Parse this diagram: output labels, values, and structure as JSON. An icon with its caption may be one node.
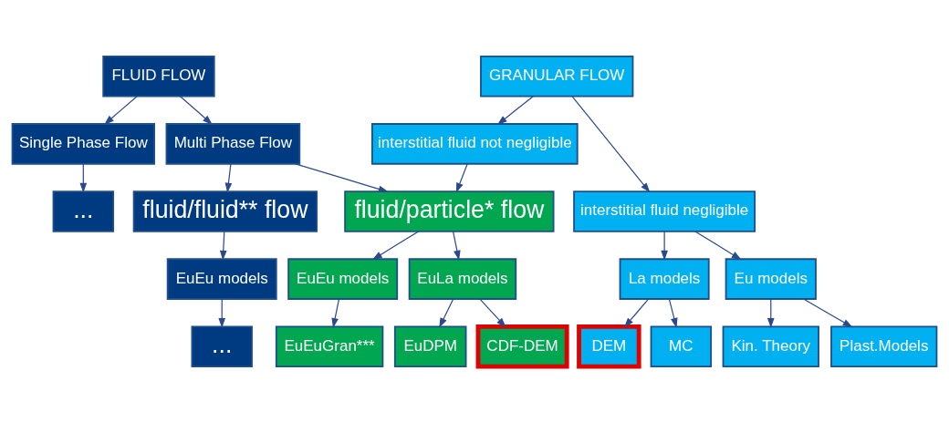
{
  "diagram": {
    "nodes": [
      {
        "text": [
          "FLUID FLOW"
        ]
      },
      {
        "text": [
          "GRANULAR FLOW"
        ]
      },
      {
        "text": [
          "Single Phase Flow"
        ]
      },
      {
        "text": [
          "Multi Phase Flow"
        ]
      },
      {
        "text": [
          "interstitial fluid not negligible"
        ]
      },
      {
        "text": [
          "..."
        ]
      },
      {
        "text": [
          "fluid/fluid** flow"
        ]
      },
      {
        "text": [
          "fluid/particle* flow"
        ]
      },
      {
        "text": [
          "interstitial fluid negligible"
        ]
      },
      {
        "text": [
          "EuEu models"
        ]
      },
      {
        "text": [
          "EuEu models"
        ]
      },
      {
        "text": [
          "EuLa models"
        ]
      },
      {
        "text": [
          "La models"
        ]
      },
      {
        "text": [
          "Eu models"
        ]
      },
      {
        "text": [
          "..."
        ]
      },
      {
        "text": [
          "EuEuGran***"
        ]
      },
      {
        "text": [
          "EuDPM"
        ]
      },
      {
        "text": [
          "CDF-DEM"
        ]
      },
      {
        "text": [
          "DEM"
        ]
      },
      {
        "text": [
          "MC"
        ]
      },
      {
        "text": [
          "Kin. Theory"
        ]
      },
      {
        "text": [
          "Plast.Models"
        ]
      }
    ],
    "edges": [
      {
        "from": 0,
        "to": 2,
        "arrow": "to"
      },
      {
        "from": 0,
        "to": 3,
        "arrow": "to"
      },
      {
        "from": 1,
        "to": 4,
        "arrow": "to"
      },
      {
        "from": 1,
        "to": 8,
        "arrow": "to"
      },
      {
        "from": 2,
        "to": 5,
        "arrow": "to"
      },
      {
        "from": 3,
        "to": 6,
        "arrow": "to"
      },
      {
        "from": 3,
        "to": 7,
        "arrow": "to"
      },
      {
        "from": 4,
        "to": 7,
        "arrow": "to"
      },
      {
        "from": 6,
        "to": 9,
        "arrow": "to"
      },
      {
        "from": 7,
        "to": 10,
        "arrow": "to"
      },
      {
        "from": 7,
        "to": 11,
        "arrow": "to"
      },
      {
        "from": 9,
        "to": 14,
        "arrow": "to"
      },
      {
        "from": 10,
        "to": 15,
        "arrow": "to"
      },
      {
        "from": 11,
        "to": 16,
        "arrow": "to"
      },
      {
        "from": 11,
        "to": 17,
        "arrow": "to"
      },
      {
        "from": 8,
        "to": 12,
        "arrow": "to"
      },
      {
        "from": 8,
        "to": 13,
        "arrow": "to"
      },
      {
        "from": 12,
        "to": 18,
        "arrow": "to"
      },
      {
        "from": 12,
        "to": 19,
        "arrow": "to"
      },
      {
        "from": 13,
        "to": 20,
        "arrow": "to"
      },
      {
        "from": 13,
        "to": 21,
        "arrow": "to"
      }
    ]
  }
}
